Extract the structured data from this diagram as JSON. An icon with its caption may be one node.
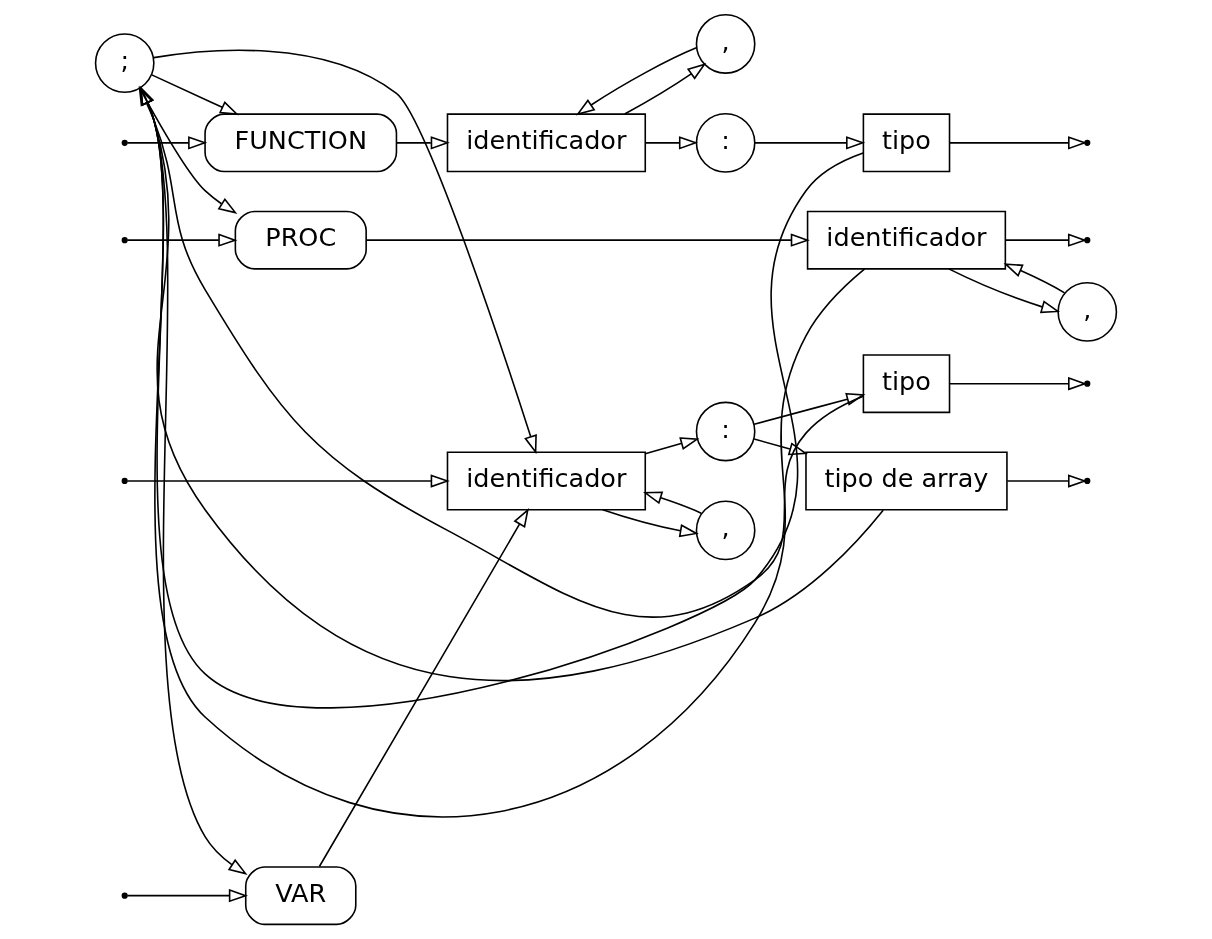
{
  "diagram": {
    "nodes": [
      {
        "text": [
          ";"
        ]
      },
      {
        "text": [
          "identificador"
        ]
      },
      {
        "text": [
          ":"
        ]
      },
      {
        "text": [
          "tipo"
        ]
      },
      {
        "text": [
          "tipo de array"
        ]
      },
      {
        "text": [
          ","
        ]
      },
      {
        "text": [
          "VAR"
        ]
      },
      {
        "text": [
          "FUNCTION"
        ]
      },
      {
        "text": [
          "identificador"
        ]
      },
      {
        "text": [
          ":"
        ]
      },
      {
        "text": [
          "tipo"
        ]
      },
      {
        "text": [
          ","
        ]
      },
      {
        "text": [
          "PROC"
        ]
      },
      {
        "text": [
          "identificador"
        ]
      },
      {
        "text": [
          ","
        ]
      }
    ],
    "edges": [
      {
        "from": null,
        "to": 1,
        "arrow": "to"
      },
      {
        "from": null,
        "to": 6,
        "arrow": "to"
      },
      {
        "from": null,
        "to": 7,
        "arrow": "to"
      },
      {
        "from": null,
        "to": 12,
        "arrow": "to"
      },
      {
        "from": 0,
        "to": 1,
        "arrow": "to"
      },
      {
        "from": 0,
        "to": 6,
        "arrow": "to"
      },
      {
        "from": 0,
        "to": 7,
        "arrow": "to"
      },
      {
        "from": 0,
        "to": 12,
        "arrow": "to"
      },
      {
        "from": 6,
        "to": 1,
        "arrow": "to"
      },
      {
        "from": 5,
        "to": 1,
        "arrow": "to"
      },
      {
        "from": 1,
        "to": 2,
        "arrow": "to"
      },
      {
        "from": 1,
        "to": 5,
        "arrow": "to"
      },
      {
        "from": 2,
        "to": 3,
        "arrow": "to"
      },
      {
        "from": 2,
        "to": 4,
        "arrow": "to"
      },
      {
        "from": 3,
        "to": null,
        "arrow": "to"
      },
      {
        "from": 4,
        "to": null,
        "arrow": "to"
      },
      {
        "from": 3,
        "to": 0,
        "arrow": "to"
      },
      {
        "from": 4,
        "to": 0,
        "arrow": "to"
      },
      {
        "from": 7,
        "to": 8,
        "arrow": "to"
      },
      {
        "from": 11,
        "to": 8,
        "arrow": "to"
      },
      {
        "from": 8,
        "to": 9,
        "arrow": "to"
      },
      {
        "from": 8,
        "to": 11,
        "arrow": "to"
      },
      {
        "from": 9,
        "to": 10,
        "arrow": "to"
      },
      {
        "from": 10,
        "to": null,
        "arrow": "to"
      },
      {
        "from": 10,
        "to": 0,
        "arrow": "to"
      },
      {
        "from": 12,
        "to": 13,
        "arrow": "to"
      },
      {
        "from": 14,
        "to": 13,
        "arrow": "to"
      },
      {
        "from": 13,
        "to": 14,
        "arrow": "to"
      },
      {
        "from": 13,
        "to": null,
        "arrow": "to"
      },
      {
        "from": 13,
        "to": 0,
        "arrow": "to"
      }
    ]
  }
}
